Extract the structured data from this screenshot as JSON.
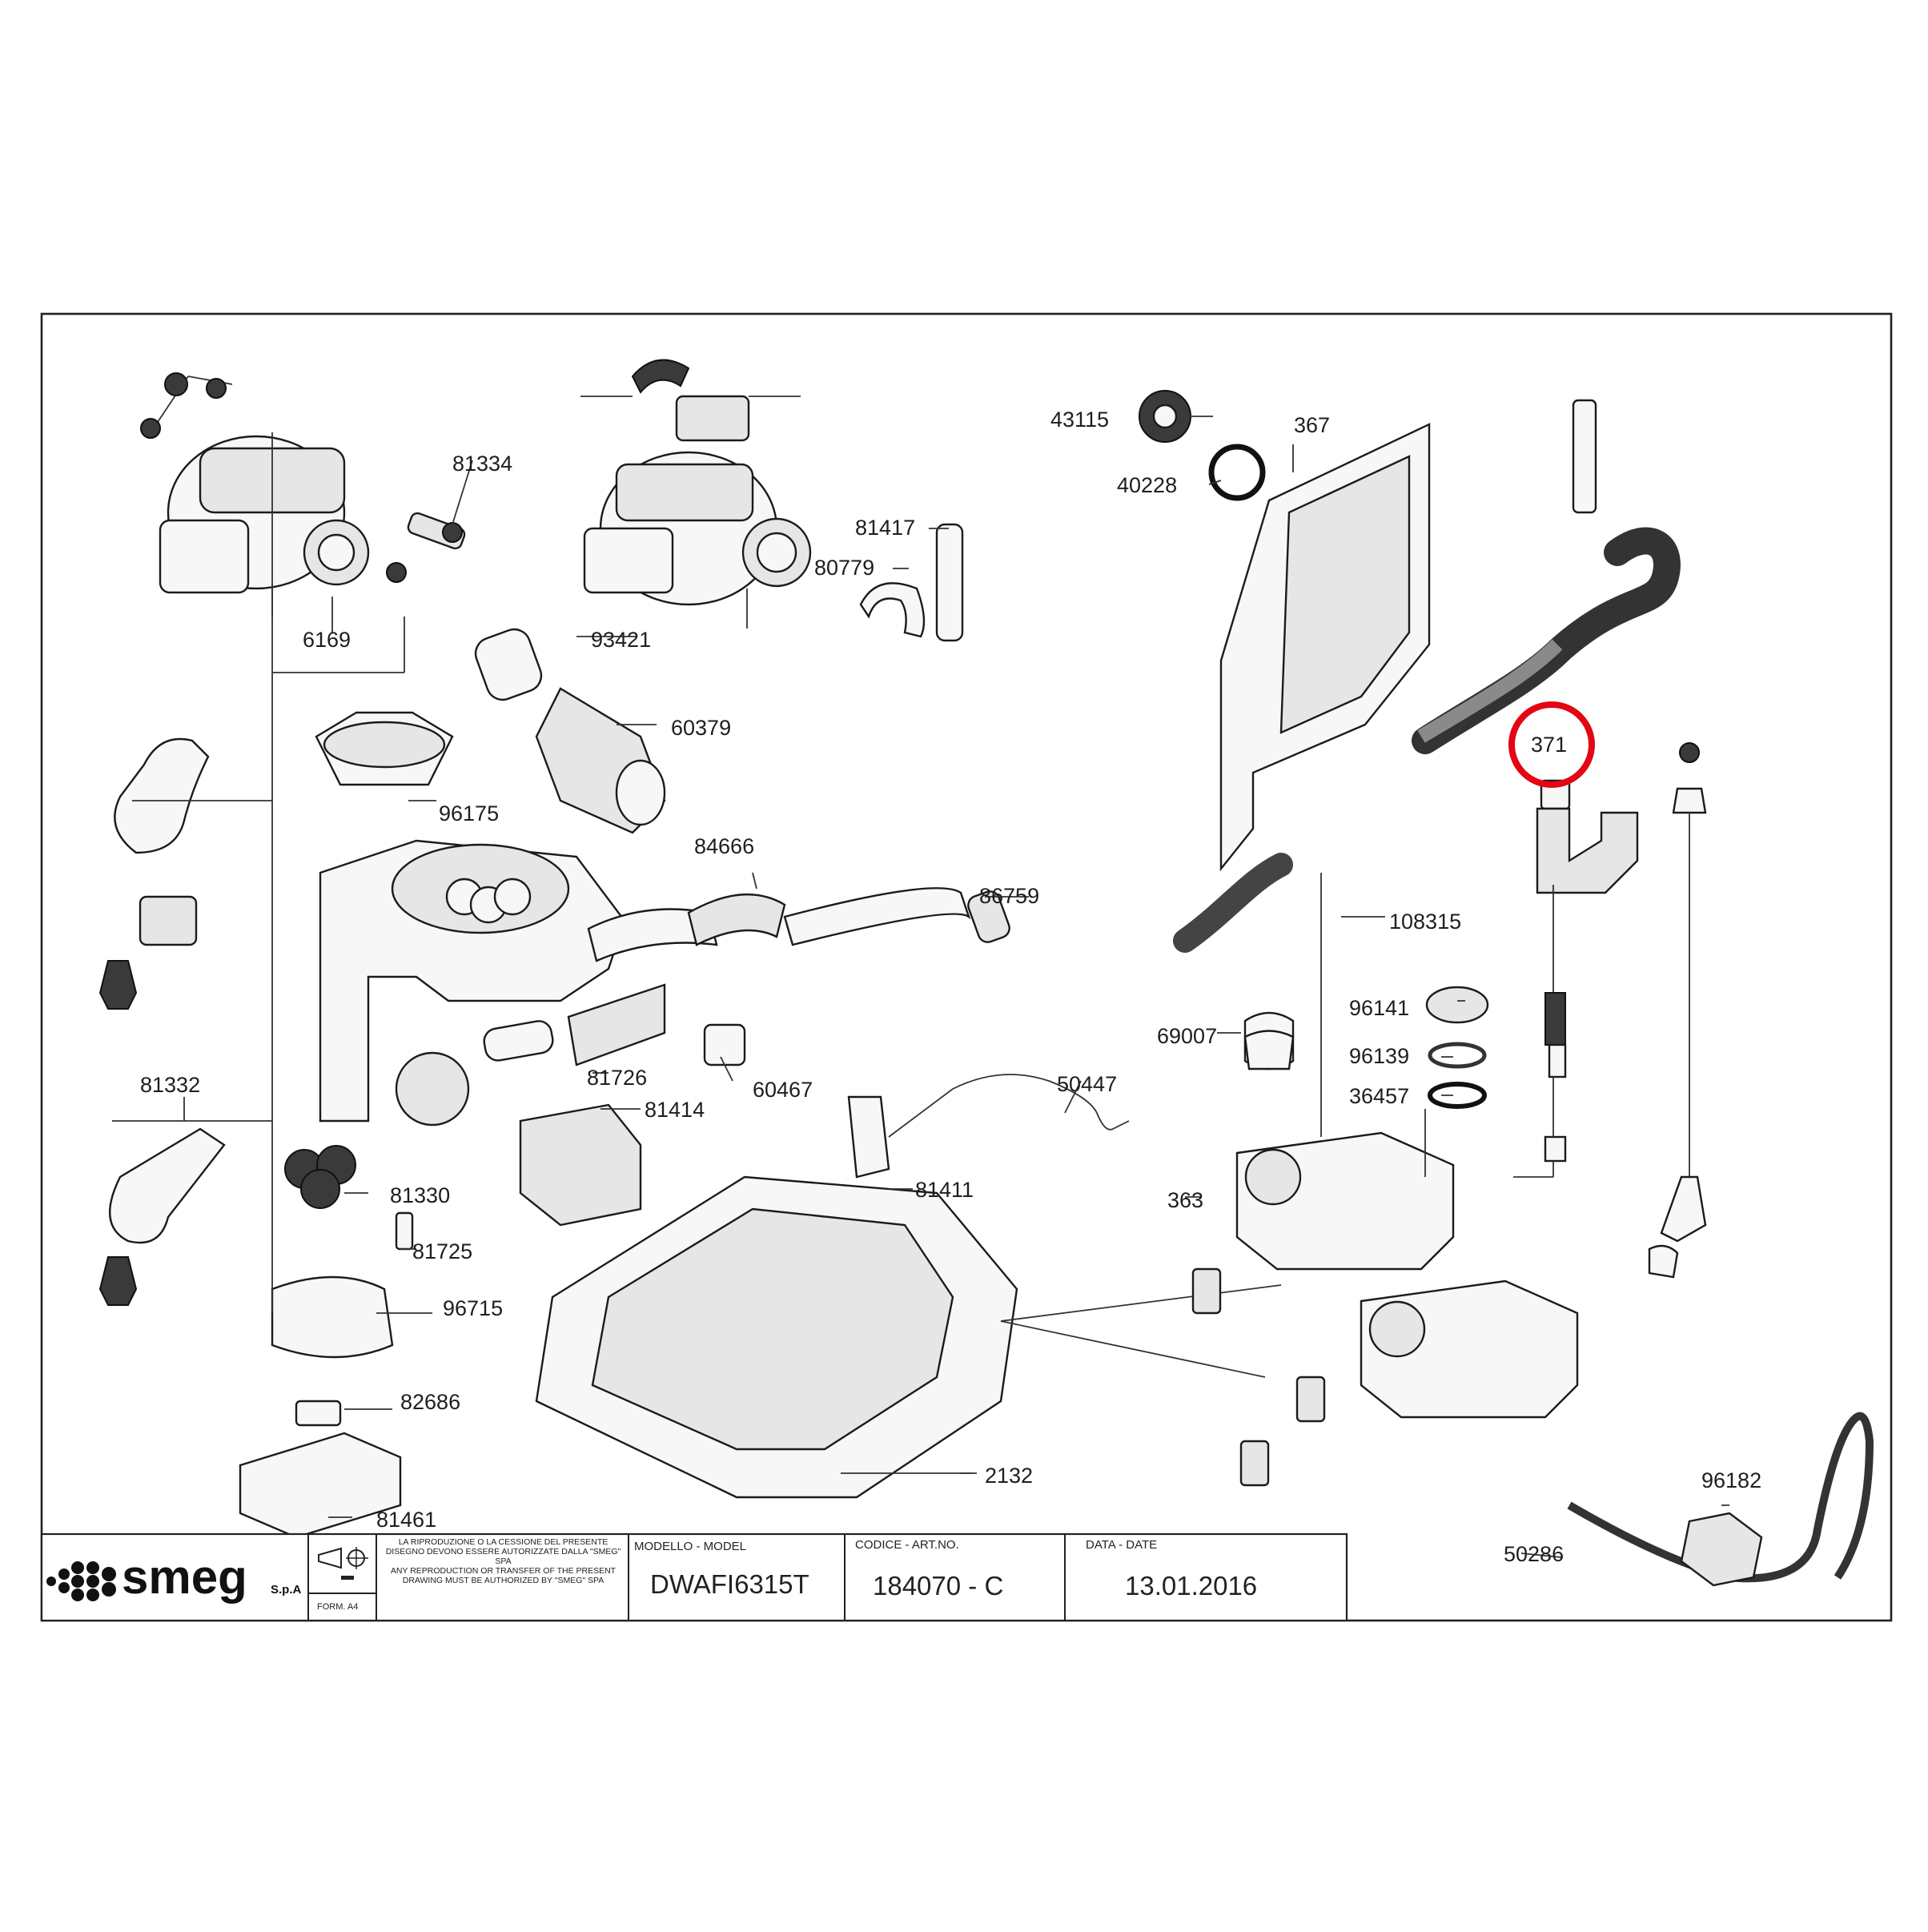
{
  "diagram": {
    "parts": [
      {
        "id": "p-81334",
        "label": "81334"
      },
      {
        "id": "p-6169",
        "label": "6169"
      },
      {
        "id": "p-93421",
        "label": "93421"
      },
      {
        "id": "p-60379",
        "label": "60379"
      },
      {
        "id": "p-96175",
        "label": "96175"
      },
      {
        "id": "p-81417",
        "label": "81417"
      },
      {
        "id": "p-80779",
        "label": "80779"
      },
      {
        "id": "p-84666",
        "label": "84666"
      },
      {
        "id": "p-86759",
        "label": "86759"
      },
      {
        "id": "p-43115",
        "label": "43115"
      },
      {
        "id": "p-40228",
        "label": "40228"
      },
      {
        "id": "p-367",
        "label": "367"
      },
      {
        "id": "p-371",
        "label": "371"
      },
      {
        "id": "p-108315",
        "label": "108315"
      },
      {
        "id": "p-96141",
        "label": "96141"
      },
      {
        "id": "p-96139",
        "label": "96139"
      },
      {
        "id": "p-36457",
        "label": "36457"
      },
      {
        "id": "p-69007",
        "label": "69007"
      },
      {
        "id": "p-50447",
        "label": "50447"
      },
      {
        "id": "p-81726",
        "label": "81726"
      },
      {
        "id": "p-60467",
        "label": "60467"
      },
      {
        "id": "p-81414",
        "label": "81414"
      },
      {
        "id": "p-81411",
        "label": "81411"
      },
      {
        "id": "p-81332",
        "label": "81332"
      },
      {
        "id": "p-81330",
        "label": "81330"
      },
      {
        "id": "p-81725",
        "label": "81725"
      },
      {
        "id": "p-96715",
        "label": "96715"
      },
      {
        "id": "p-82686",
        "label": "82686"
      },
      {
        "id": "p-81461",
        "label": "81461"
      },
      {
        "id": "p-363",
        "label": "363"
      },
      {
        "id": "p-2132",
        "label": "2132"
      },
      {
        "id": "p-96182",
        "label": "96182"
      },
      {
        "id": "p-50286",
        "label": "50286"
      }
    ],
    "highlighted_part": "371",
    "highlight_color": "#e30613"
  },
  "title_block": {
    "brand": "smeg",
    "brand_suffix": "S.p.A",
    "form": "FORM. A4",
    "notice_it": "LA RIPRODUZIONE O LA CESSIONE DEL PRESENTE DISEGNO DEVONO ESSERE AUTORIZZATE DALLA \"SMEG\" SPA",
    "notice_en": "ANY REPRODUCTION OR TRANSFER OF THE PRESENT DRAWING MUST BE AUTHORIZED BY \"SMEG\" SPA",
    "model_header": "MODELLO - MODEL",
    "model_value": "DWAFI6315T",
    "code_header": "CODICE - ART.NO.",
    "code_value": "184070 - C",
    "date_header": "DATA - DATE",
    "date_value": "13.01.2016"
  }
}
